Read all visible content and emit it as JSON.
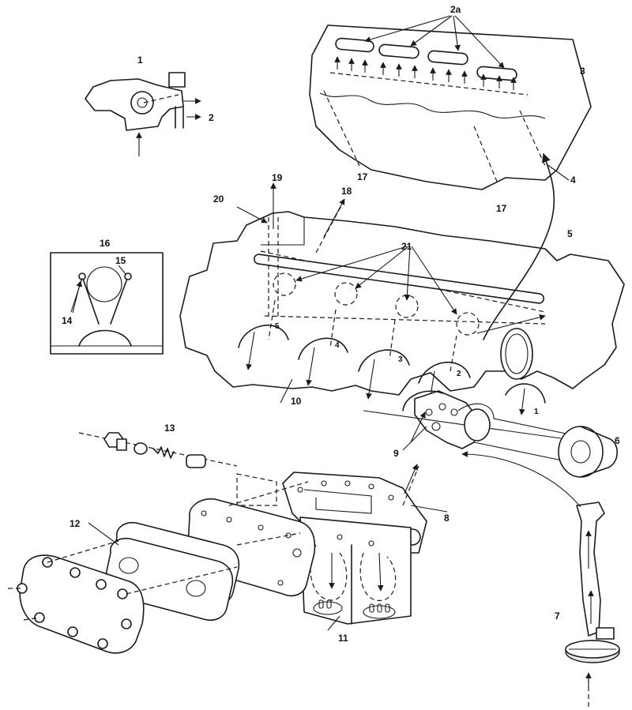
{
  "callouts": {
    "c1": "1",
    "c2": "2",
    "c2a": "2a",
    "c3": "3",
    "c4": "4",
    "c5": "5",
    "c6": "6",
    "c7": "7",
    "c8": "8",
    "c9": "9",
    "c10": "10",
    "c11": "11",
    "c12": "12",
    "c13": "13",
    "c14": "14",
    "c15": "15",
    "c16": "16",
    "c17a": "17",
    "c17b": "17",
    "c18": "18",
    "c19": "19",
    "c20": "20",
    "c21": "21"
  },
  "journals": {
    "j1": "1",
    "j2": "2",
    "j3": "3",
    "j4": "4",
    "j5": "5"
  },
  "colors": {
    "line": "#1a1a1a",
    "background": "#ffffff"
  }
}
